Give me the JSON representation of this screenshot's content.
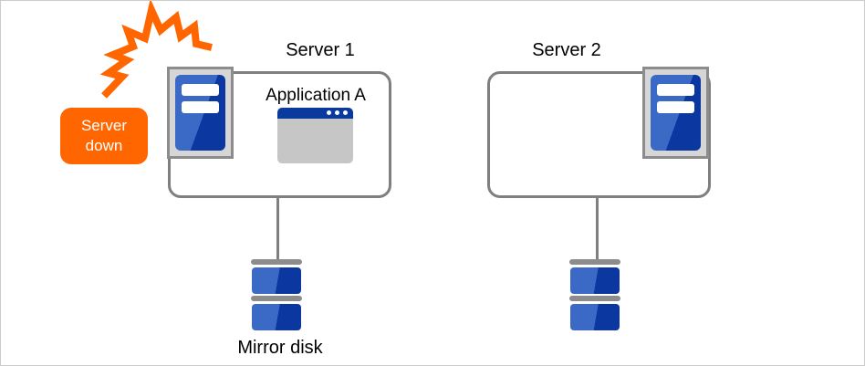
{
  "badge": {
    "label": "Server down",
    "line1": "Server",
    "line2": "down"
  },
  "servers": [
    {
      "label": "Server 1",
      "application": "Application A"
    },
    {
      "label": "Server 2"
    }
  ],
  "disk": {
    "label": "Mirror disk"
  },
  "icons": {
    "lightning": "lightning-bolt-icon",
    "server": "server-tower-icon",
    "application": "app-window-icon",
    "disk": "mirror-disk-icon"
  },
  "colors": {
    "accent_orange": "#FF6600",
    "server_blue_light": "#3B6AC6",
    "server_blue_dark": "#0A38A0",
    "window_title_blue": "#0B3A9E",
    "border_gray": "#7F7F7F",
    "icon_bg_gray": "#D6D6D6",
    "window_body_gray": "#C6C6C6"
  }
}
